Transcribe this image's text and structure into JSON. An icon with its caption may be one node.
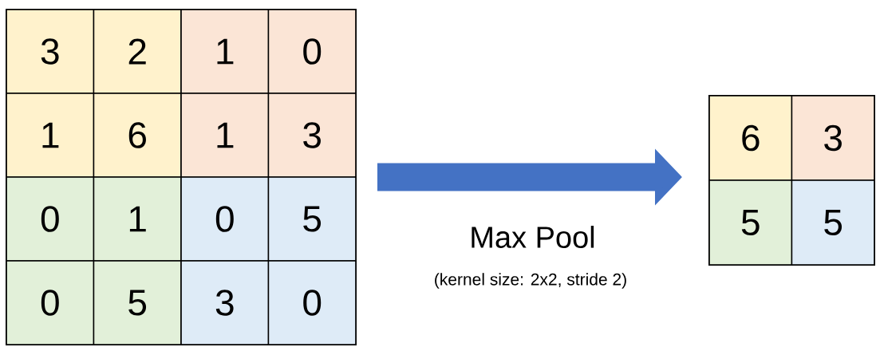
{
  "diagram": {
    "nodes": [
      {
        "text": [],
        "shape": "box"
      },
      {
        "text": [
          "3"
        ],
        "in": 0
      },
      {
        "text": [
          "2"
        ],
        "in": 0
      },
      {
        "text": [
          "1"
        ],
        "in": 0
      },
      {
        "text": [
          "0"
        ],
        "in": 0
      },
      {
        "text": [
          "1"
        ],
        "in": 0
      },
      {
        "text": [
          "6"
        ],
        "in": 0
      },
      {
        "text": [
          "1"
        ],
        "in": 0
      },
      {
        "text": [
          "3"
        ],
        "in": 0
      },
      {
        "text": [
          "0"
        ],
        "in": 0
      },
      {
        "text": [
          "1"
        ],
        "in": 0
      },
      {
        "text": [
          "0"
        ],
        "in": 0
      },
      {
        "text": [
          "5"
        ],
        "in": 0
      },
      {
        "text": [
          "0"
        ],
        "in": 0
      },
      {
        "text": [
          "5"
        ],
        "in": 0
      },
      {
        "text": [
          "3"
        ],
        "in": 0
      },
      {
        "text": [
          "0"
        ],
        "in": 0
      },
      {
        "text": [],
        "shape": "box"
      },
      {
        "text": [
          "6"
        ],
        "in": 17
      },
      {
        "text": [
          "3"
        ],
        "in": 17
      },
      {
        "text": [
          "5"
        ],
        "in": 17
      },
      {
        "text": [
          "5"
        ],
        "in": 17
      }
    ],
    "edges": [
      {
        "from": 0,
        "to": 17,
        "arrow": "to",
        "label": "Max Pool"
      }
    ],
    "labels": [
      "(kernel size: 2x2, stride 2)"
    ]
  }
}
